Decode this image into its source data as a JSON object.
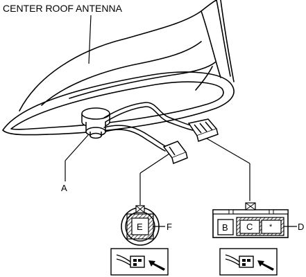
{
  "title": "CENTER ROOF ANTENNA",
  "callouts": {
    "a": "A",
    "d": "D",
    "f": "F"
  },
  "connector_round": {
    "terminal": "E"
  },
  "connector_rect": {
    "terminals": [
      "B",
      "C",
      "*"
    ]
  }
}
